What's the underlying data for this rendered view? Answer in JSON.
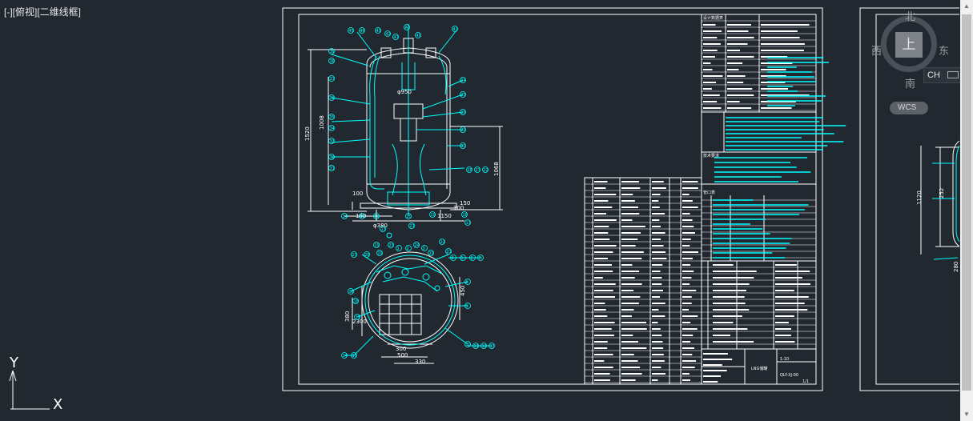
{
  "viewport_label": "[-][俯视][二维线框]",
  "viewcube": {
    "top_face": "上",
    "north": "北",
    "south": "南",
    "east": "东",
    "west": "西"
  },
  "input_method": "CH",
  "wcs_label": "WCS",
  "ucs": {
    "y_label": "Y",
    "x_label": "X"
  },
  "drawing": {
    "dims_front": [
      "1520",
      "1008",
      "1068",
      "100",
      "100",
      "1150",
      "300",
      "150",
      "φ950",
      "φ380"
    ],
    "dims_plan": [
      "300",
      "500",
      "330",
      "380",
      "2300",
      "450"
    ],
    "dims_right": [
      "1120",
      "252",
      "280"
    ],
    "balloons_front": [
      "45",
      "46",
      "43",
      "42",
      "41",
      "A",
      "40",
      "47",
      "39",
      "38",
      "37",
      "36",
      "35",
      "34",
      "33",
      "32",
      "31",
      "24",
      "25",
      "26",
      "29",
      "30",
      "28",
      "27",
      "22",
      "21",
      "20",
      "19",
      "18",
      "17",
      "16",
      "15",
      "14",
      "13"
    ],
    "balloons_plan": [
      "27",
      "28",
      "29",
      "1",
      "2",
      "3",
      "4",
      "5",
      "6",
      "7",
      "8",
      "9",
      "10",
      "11",
      "12",
      "13",
      "14",
      "15",
      "16",
      "17",
      "18",
      "19",
      "20",
      "21",
      "22",
      "23",
      "24"
    ],
    "title_block": {
      "title": "LNG储罐",
      "drawing_no": "QLY-XJ-00",
      "scale": "1:10",
      "sheet": "1/1"
    },
    "tech_requirements_title": "技术要求",
    "nozzle_table_title": "管口表",
    "design_data_title": "设计数据表"
  },
  "colors": {
    "background": "#212830",
    "white_line": "#ffffff",
    "cyan_line": "#00ffff",
    "scrollbar": "#f0f0f0"
  }
}
